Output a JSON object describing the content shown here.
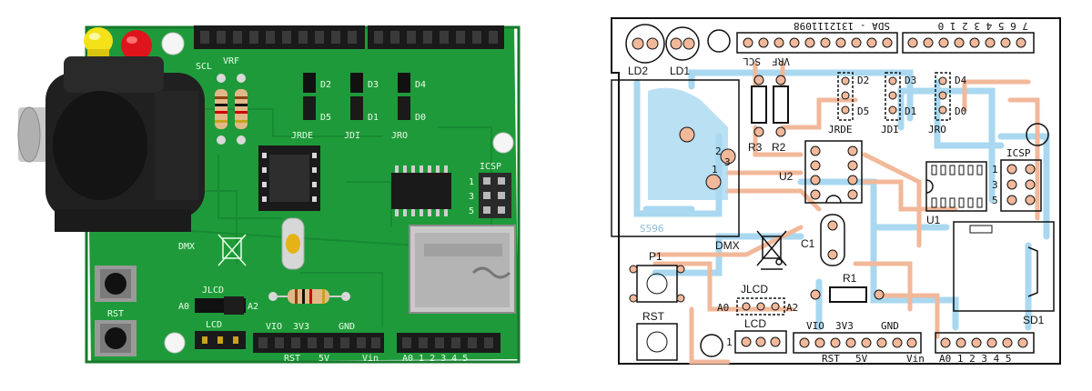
{
  "photo": {
    "labels": {
      "vrf": "VRF",
      "scl": "SCL",
      "d2": "D2",
      "d3": "D3",
      "d4": "D4",
      "d5": "D5",
      "d1": "D1",
      "d0": "D0",
      "jrde": "JRDE",
      "jdi": "JDI",
      "jro": "JRO",
      "icsp": "ICSP",
      "n1": "1",
      "n3": "3",
      "n5": "5",
      "dmx": "DMX",
      "jlcd": "JLCD",
      "a0": "A0",
      "a2": "A2",
      "lcd": "LCD",
      "rst": "RST",
      "vio": "VIO",
      "v3v3": "3V3",
      "gnd": "GND",
      "rst_bottom": "RST",
      "v5": "5V",
      "vin": "Vin",
      "analog": "A0 1 2 3 4 5"
    }
  },
  "layout_drawing": {
    "header_top_left": "SDA  -  1312111098",
    "header_top_right": "7 6 5 4 3 2 1 0",
    "ld2": "LD2",
    "ld1": "LD1",
    "scl": "SCL",
    "vrf": "VRF",
    "d2": "D2",
    "d3": "D3",
    "d4": "D4",
    "d5": "D5",
    "d1": "D1",
    "d0": "D0",
    "jrde": "JRDE",
    "jdi": "JDI",
    "jro": "JRO",
    "icsp": "ICSP",
    "n1": "1",
    "n3": "3",
    "n5": "5",
    "r3": "R3",
    "r2": "R2",
    "u2": "U2",
    "u1": "U1",
    "xlr_2": "2",
    "xlr_3": "3",
    "xlr_1": "1",
    "xlr_code": "S596",
    "dmx": "DMX",
    "c1": "C1",
    "r1": "R1",
    "p1": "P1",
    "rst": "RST",
    "jlcd": "JLCD",
    "a0": "A0",
    "a2": "A2",
    "lcd": "LCD",
    "lcd_pin1": "1",
    "vio": "VIO",
    "v3v3": "3V3",
    "gnd": "GND",
    "rst_bottom": "RST",
    "v5": "5V",
    "vin": "Vin",
    "analog": "A0 1 2 3 4 5",
    "sd1": "SD1"
  },
  "colors": {
    "pcb_green": "#1f9a3a",
    "pcb_dark": "#167a2c",
    "trace_orange": "#f2b89a",
    "trace_blue": "#a9d8f0",
    "header_black": "#1a1a1a",
    "led_yellow": "#f3e21a",
    "led_red": "#e0141c"
  }
}
